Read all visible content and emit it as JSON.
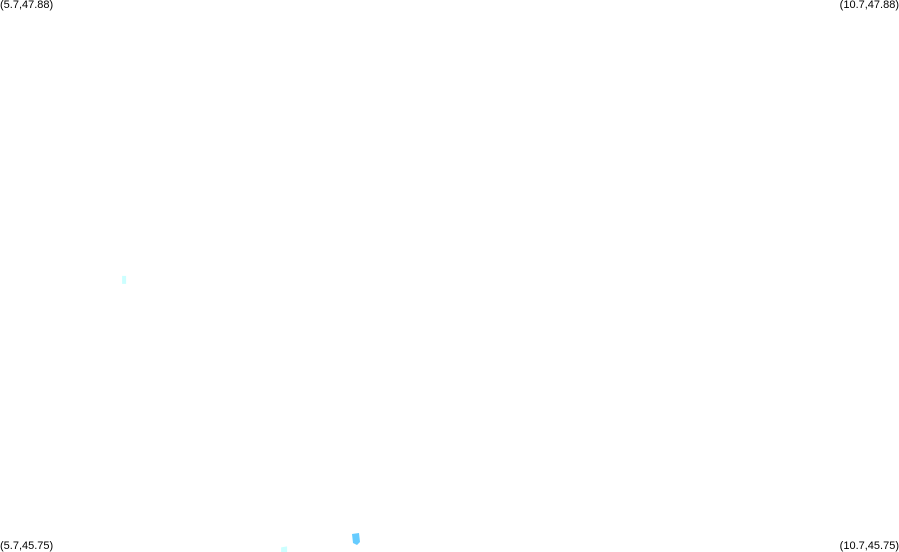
{
  "map": {
    "bounds": {
      "lon_min": 5.7,
      "lon_max": 10.7,
      "lat_min": 45.75,
      "lat_max": 47.88
    },
    "corner_labels": {
      "top_left": "(5.7,47.88)",
      "top_right": "(10.7,47.88)",
      "bottom_left": "(5.7,45.75)",
      "bottom_right": "(10.7,45.75)"
    },
    "water_features": [
      {
        "name": "water-body-west",
        "lon": 6.39,
        "lat": 46.8,
        "color": "#ccffff"
      },
      {
        "name": "water-body-south-large",
        "lon": 7.68,
        "lat": 45.8,
        "color": "#66ccff"
      },
      {
        "name": "water-body-south-small",
        "lon": 7.28,
        "lat": 45.76,
        "color": "#ccffff"
      }
    ]
  }
}
